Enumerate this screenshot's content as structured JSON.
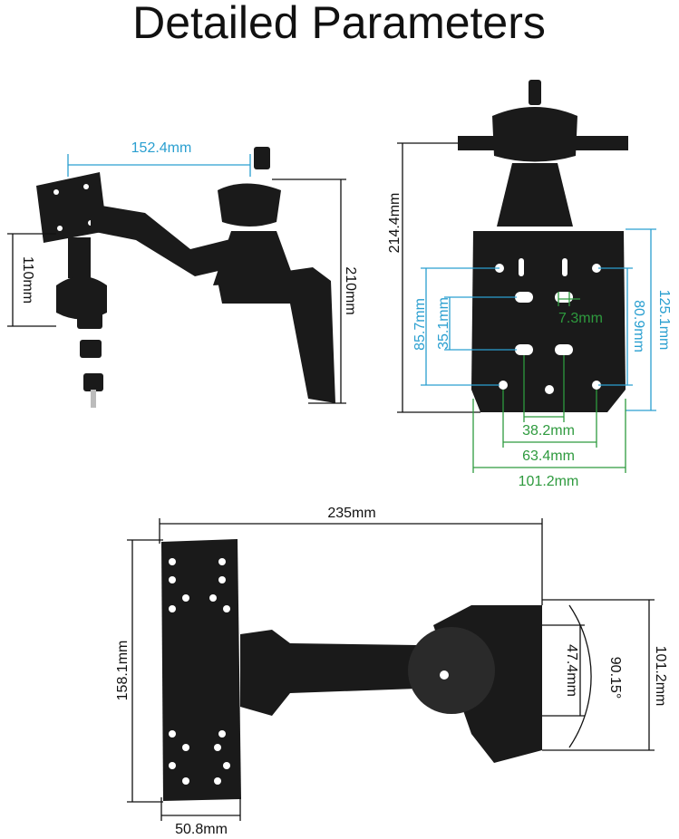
{
  "title": "Detailed Parameters",
  "side_view": {
    "width_label": "152.4mm",
    "knob_height_label": "110mm",
    "height_label": "210mm"
  },
  "front_view": {
    "height_label": "214.4mm",
    "hole_spacing_outer_label": "85.7mm",
    "hole_spacing_inner_label": "35.1mm",
    "slot_width_label": "7.3mm",
    "hole_vertical_label": "80.9mm",
    "plate_height_label": "125.1mm",
    "width_inner_label": "38.2mm",
    "width_mid_label": "63.4mm",
    "width_outer_label": "101.2mm"
  },
  "top_view": {
    "length_label": "235mm",
    "plate_length_label": "158.1mm",
    "plate_width_label": "50.8mm",
    "bracket_inner_label": "47.4mm",
    "angle_label": "90.15°",
    "bracket_height_label": "101.2mm"
  },
  "colors": {
    "blue": "#2a9fd0",
    "green": "#2e9a3e",
    "black": "#111111"
  }
}
